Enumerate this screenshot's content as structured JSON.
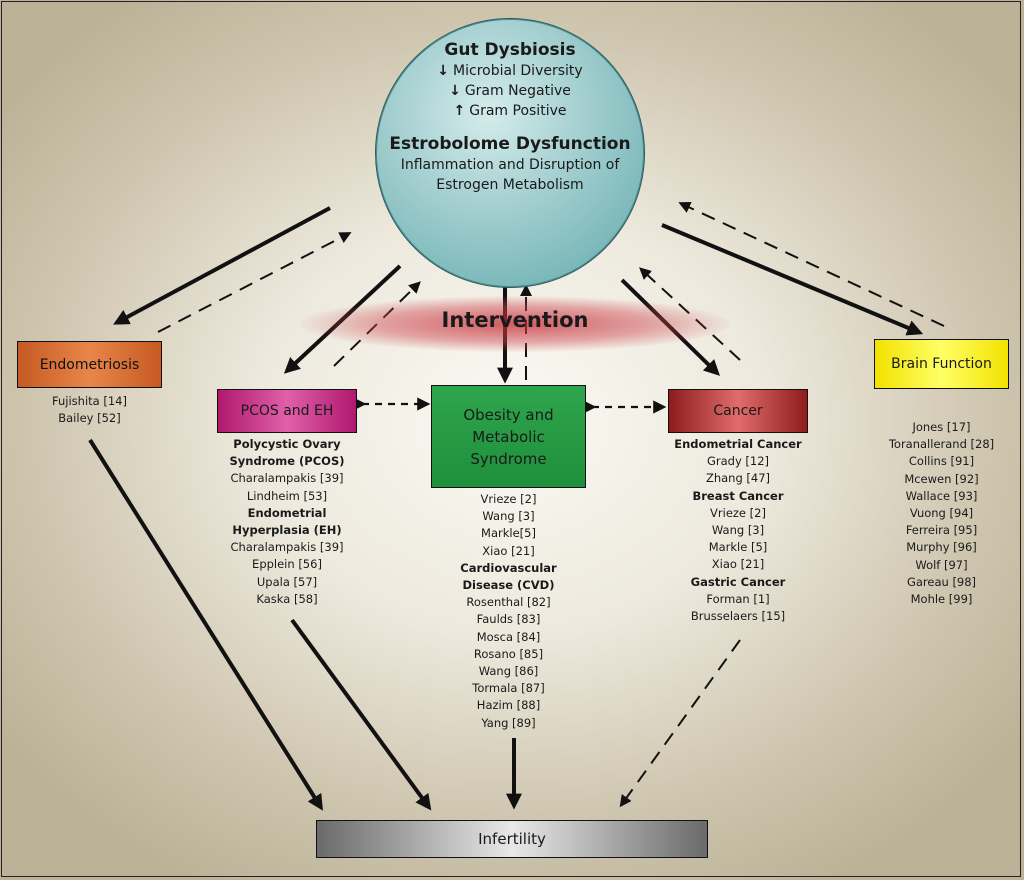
{
  "hub": {
    "title": "Gut Dysbiosis",
    "lines": [
      {
        "arrow": "down",
        "text": "Microbial Diversity"
      },
      {
        "arrow": "down",
        "text": "Gram Negative"
      },
      {
        "arrow": "up",
        "text": "Gram Positive"
      }
    ],
    "subtitle": "Estrobolome Dysfunction",
    "desc1": "Inflammation and Disruption of",
    "desc2": "Estrogen Metabolism"
  },
  "intervention": "Intervention",
  "nodes": {
    "endometriosis": {
      "label": "Endometriosis",
      "refs": [
        {
          "text": "Fujishita [14]"
        },
        {
          "text": "Bailey [52]"
        }
      ]
    },
    "pcos": {
      "label": "PCOS and EH",
      "refs": [
        {
          "text": "Polycystic Ovary",
          "bold": true
        },
        {
          "text": "Syndrome (PCOS)",
          "bold": true
        },
        {
          "text": "Charalampakis [39]"
        },
        {
          "text": "Lindheim [53]"
        },
        {
          "text": "Endometrial",
          "bold": true
        },
        {
          "text": "Hyperplasia (EH)",
          "bold": true
        },
        {
          "text": "Charalampakis [39]"
        },
        {
          "text": "Epplein [56]"
        },
        {
          "text": "Upala [57]"
        },
        {
          "text": "Kaska [58]"
        }
      ]
    },
    "obesity": {
      "label": "Obesity and Metabolic Syndrome",
      "refs": [
        {
          "text": "Vrieze [2]"
        },
        {
          "text": "Wang [3]"
        },
        {
          "text": "Markle[5]"
        },
        {
          "text": "Xiao [21]"
        },
        {
          "text": "Cardiovascular",
          "bold": true
        },
        {
          "text": "Disease (CVD)",
          "bold": true
        },
        {
          "text": "Rosenthal [82]"
        },
        {
          "text": "Faulds [83]"
        },
        {
          "text": "Mosca [84]"
        },
        {
          "text": "Rosano [85]"
        },
        {
          "text": "Wang [86]"
        },
        {
          "text": "Tormala [87]"
        },
        {
          "text": "Hazim [88]"
        },
        {
          "text": "Yang [89]"
        }
      ]
    },
    "cancer": {
      "label": "Cancer",
      "refs": [
        {
          "text": "Endometrial Cancer",
          "bold": true
        },
        {
          "text": "Grady [12]"
        },
        {
          "text": "Zhang [47]"
        },
        {
          "text": "Breast Cancer",
          "bold": true
        },
        {
          "text": "Vrieze [2]"
        },
        {
          "text": "Wang [3]"
        },
        {
          "text": "Markle [5]"
        },
        {
          "text": "Xiao [21]"
        },
        {
          "text": "Gastric Cancer",
          "bold": true
        },
        {
          "text": "Forman [1]"
        },
        {
          "text": "Brusselaers [15]"
        }
      ]
    },
    "brain": {
      "label": "Brain Function",
      "refs": [
        {
          "text": "Jones [17]"
        },
        {
          "text": "Toranallerand [28]"
        },
        {
          "text": "Collins [91]"
        },
        {
          "text": "Mcewen [92]"
        },
        {
          "text": "Wallace [93]"
        },
        {
          "text": "Vuong [94]"
        },
        {
          "text": "Ferreira [95]"
        },
        {
          "text": "Murphy [96]"
        },
        {
          "text": "Wolf [97]"
        },
        {
          "text": "Gareau [98]"
        },
        {
          "text": "Mohle [99]"
        }
      ]
    },
    "infertility": {
      "label": "Infertility"
    }
  },
  "colors": {
    "hub": "#7fbcbe",
    "endometriosis": "#d9733a",
    "pcos": "#c8368a",
    "obesity": "#27994a",
    "cancer": "#a82828",
    "brain": "#ffee00",
    "infertility": "#9a9a9a",
    "intervention": "#c42832"
  }
}
